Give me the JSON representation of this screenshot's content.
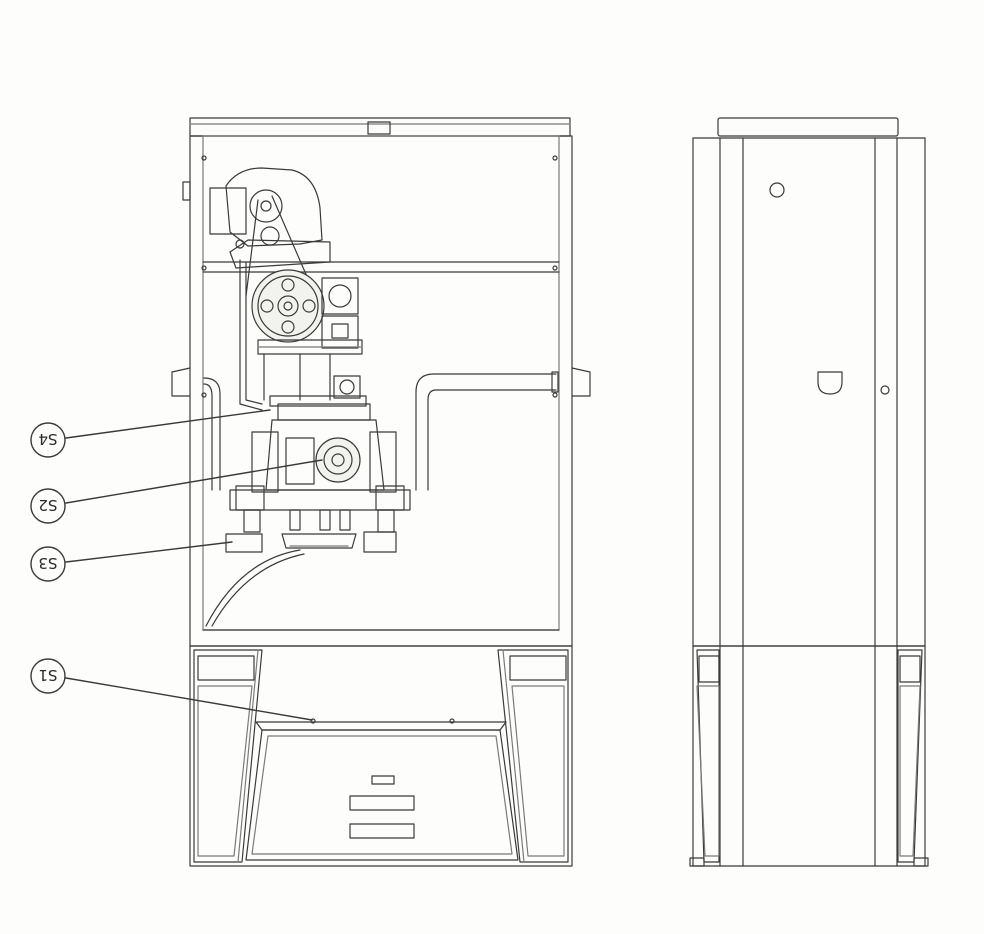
{
  "colors": {
    "background": "#fdfdfb",
    "line": "#3a3a3a",
    "line_light": "#7a7a7a",
    "fill_part": "#f2f2ee"
  },
  "callouts": [
    {
      "id": "s4",
      "label": "S4"
    },
    {
      "id": "s2",
      "label": "S2"
    },
    {
      "id": "s3",
      "label": "S3"
    },
    {
      "id": "s1",
      "label": "S1"
    }
  ]
}
